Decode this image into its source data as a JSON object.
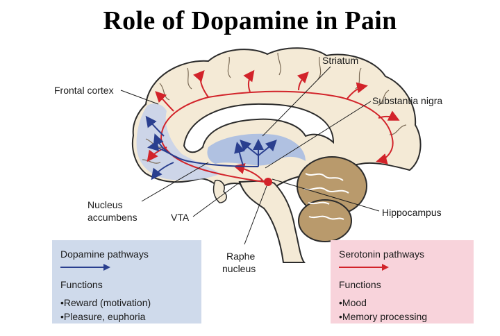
{
  "title": "Role of Dopamine in Pain",
  "labels": {
    "frontal_cortex": "Frontal cortex",
    "striatum": "Striatum",
    "substantia_nigra": "Substantia nigra",
    "nucleus_accumbens_line1": "Nucleus",
    "nucleus_accumbens_line2": "accumbens",
    "vta": "VTA",
    "raphe_line1": "Raphe",
    "raphe_line2": "nucleus",
    "hippocampus": "Hippocampus"
  },
  "legend": {
    "dopamine": {
      "heading": "Dopamine pathways",
      "functions_label": "Functions",
      "items": [
        "•Reward (motivation)",
        "•Pleasure, euphoria"
      ],
      "color": "#2a3f8f",
      "background": "#cfdaeb"
    },
    "serotonin": {
      "heading": "Serotonin pathways",
      "functions_label": "Functions",
      "items": [
        "•Mood",
        "•Memory processing"
      ],
      "color": "#d2232a",
      "background": "#f8d3db"
    }
  },
  "colors": {
    "brain_fill": "#f4ead6",
    "brain_outline": "#2b2b2b",
    "dopamine_region": "#a9bde2",
    "cerebellum": "#b99a6c"
  }
}
